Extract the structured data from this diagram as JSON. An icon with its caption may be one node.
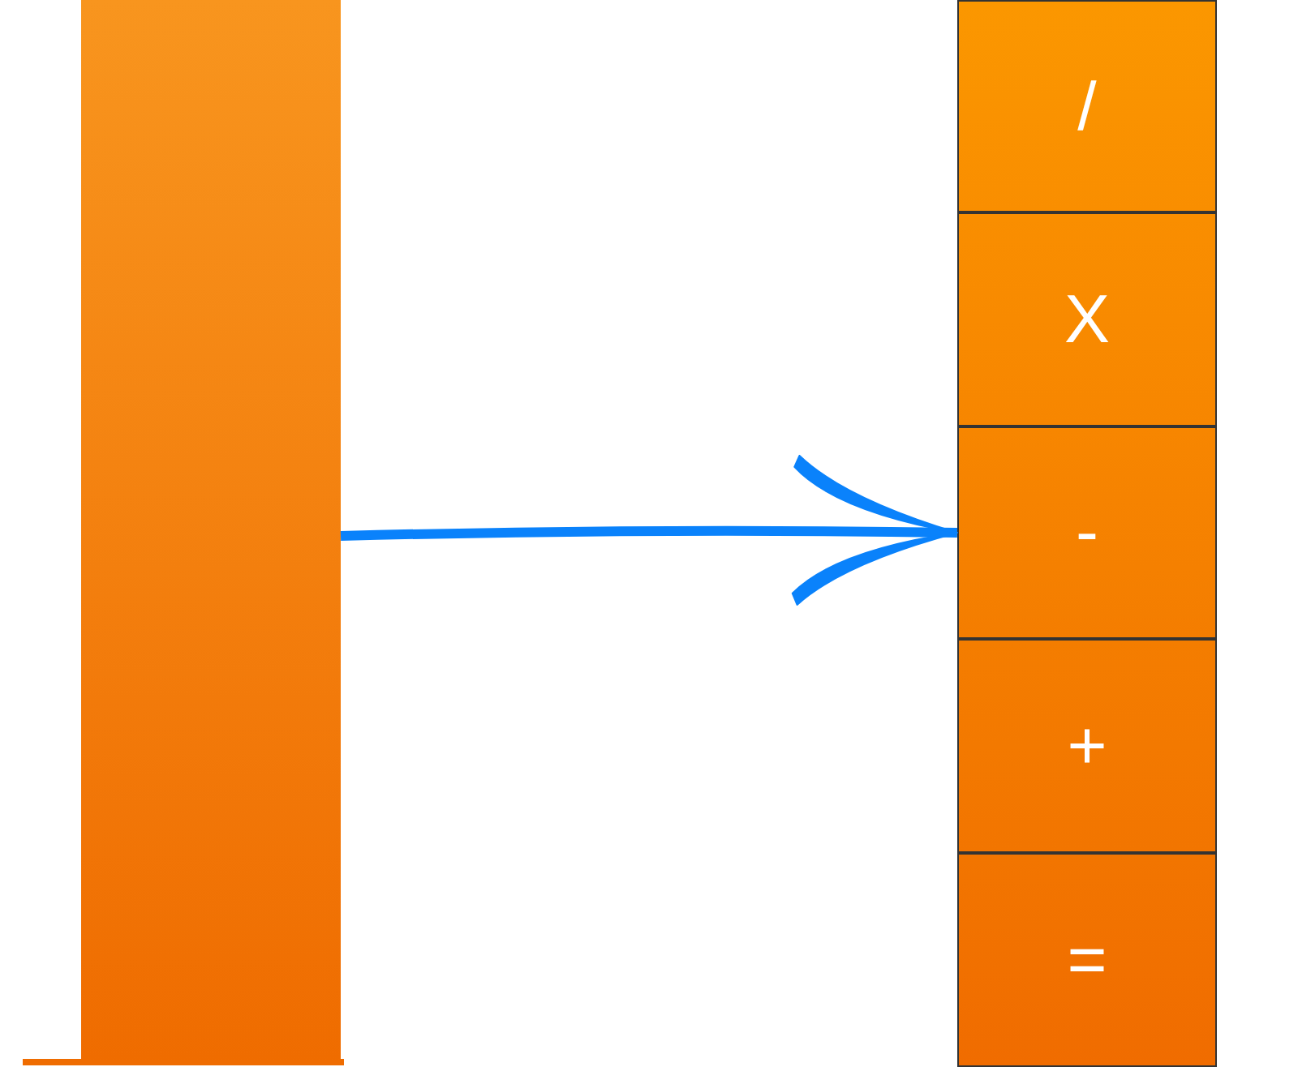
{
  "diagram": {
    "nodes": [
      {
        "text": [],
        "shape": "bar"
      },
      {
        "text": [
          "/"
        ]
      },
      {
        "text": [
          "X"
        ]
      },
      {
        "text": [
          "-"
        ]
      },
      {
        "text": [
          "+"
        ]
      },
      {
        "text": [
          "="
        ]
      }
    ],
    "edges": [
      {
        "from": 0,
        "to": 3,
        "arrow": "to"
      }
    ]
  }
}
